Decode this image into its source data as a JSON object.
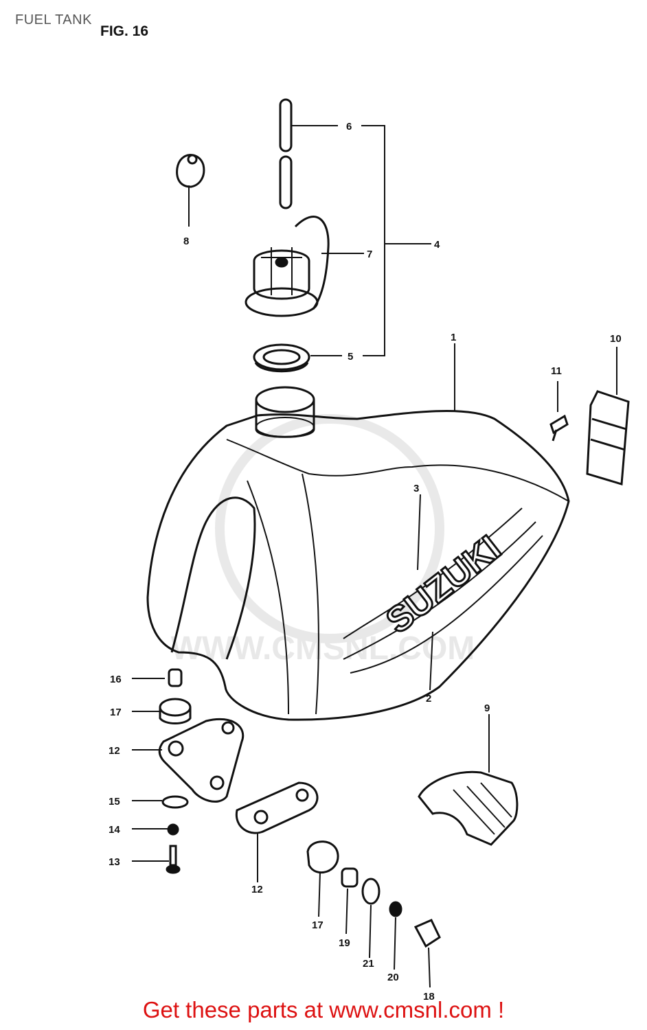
{
  "header": {
    "title": "FUEL TANK",
    "figure": "FIG. 16"
  },
  "diagram": {
    "brand_logo_text": "SUZUKI",
    "watermark_text": "WWW.CMSNL.COM",
    "line_color": "#111111",
    "callouts": [
      "1",
      "2",
      "3",
      "4",
      "5",
      "6",
      "7",
      "8",
      "9",
      "10",
      "11",
      "12",
      "12",
      "13",
      "14",
      "15",
      "16",
      "17",
      "17",
      "18",
      "19",
      "20",
      "21"
    ]
  },
  "footer": {
    "link_text": "Get these parts at www.cmsnl.com !",
    "link_color": "#dd1111"
  }
}
